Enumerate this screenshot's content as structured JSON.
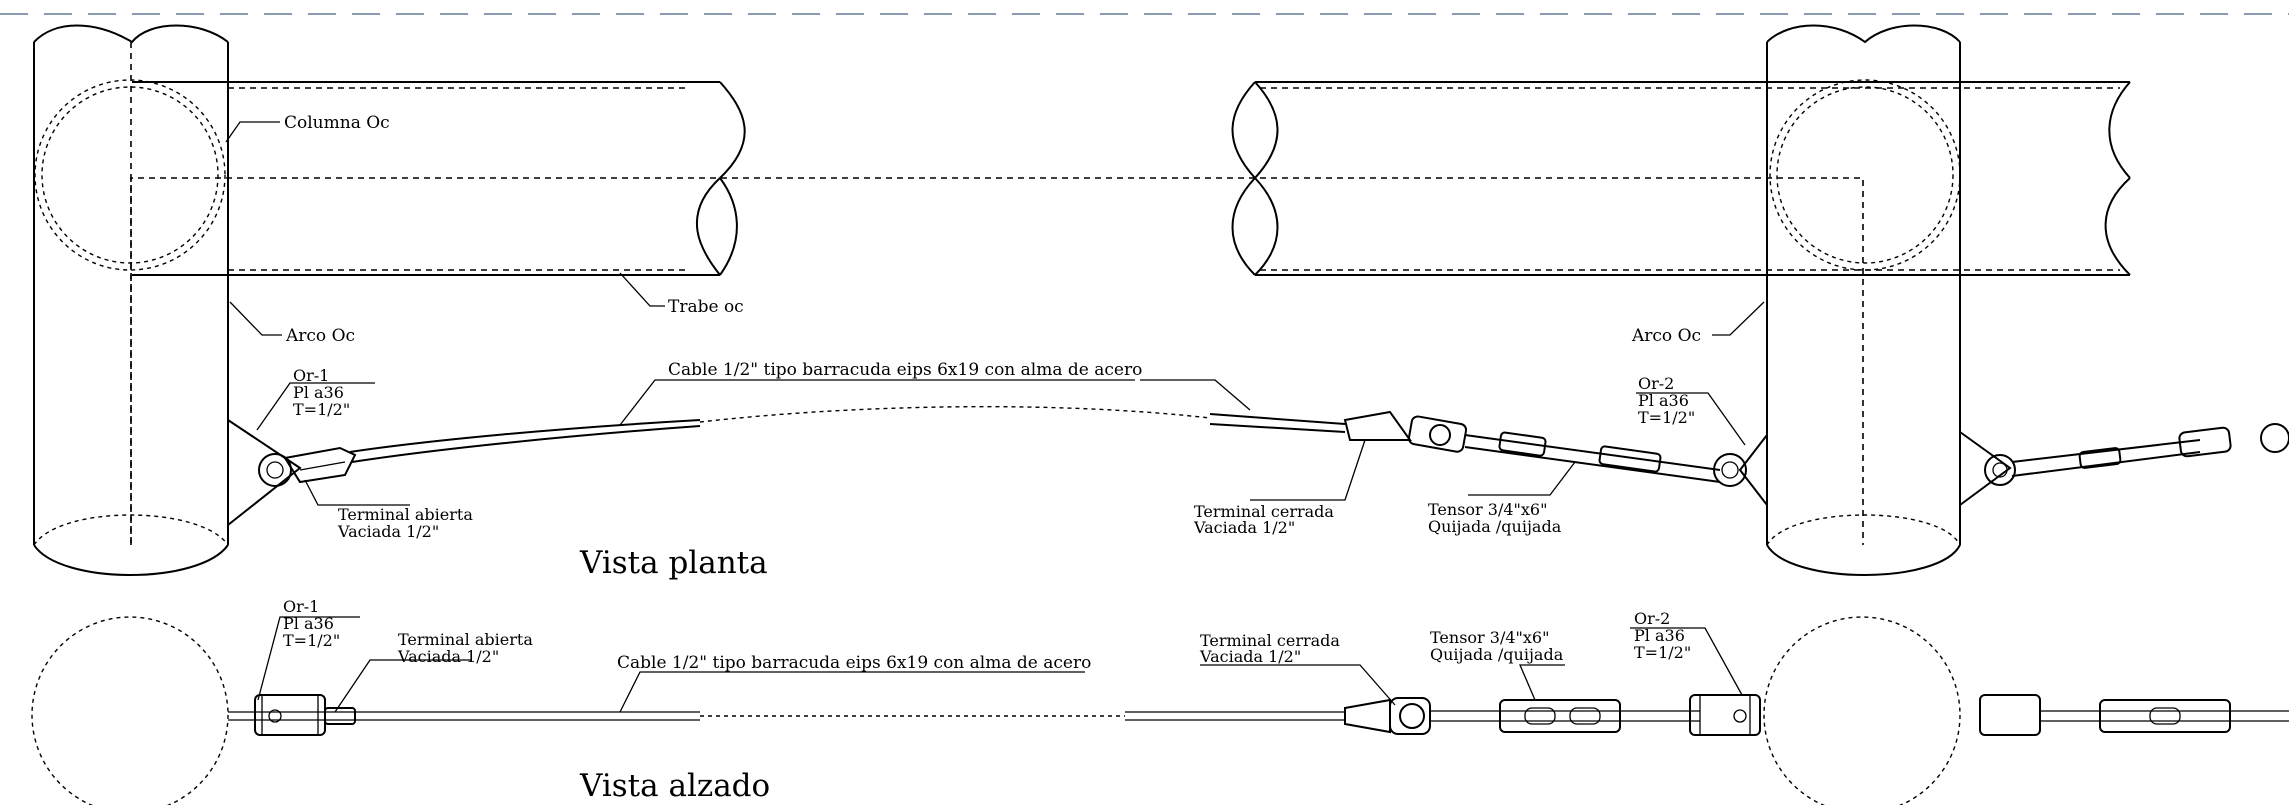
{
  "plan": {
    "title": "Vista planta",
    "columna": "Columna Oc",
    "trabe": "Trabe oc",
    "arco_left": "Arco Oc",
    "arco_right": "Arco Oc",
    "or1": {
      "name": "Or-1",
      "pl": "Pl a36",
      "t": "T=1/2\""
    },
    "or2": {
      "name": "Or-2",
      "pl": "Pl a36",
      "t": "T=1/2\""
    },
    "cable": "Cable 1/2\" tipo barracuda eips 6x19 con alma de acero",
    "terminal_abierta": {
      "line1": "Terminal abierta",
      "line2": "Vaciada 1/2\""
    },
    "terminal_cerrada": {
      "line1": "Terminal cerrada",
      "line2": "Vaciada 1/2\""
    },
    "tensor": {
      "line1": "Tensor 3/4\"x6\"",
      "line2": "Quijada /quijada"
    }
  },
  "elev": {
    "title": "Vista alzado",
    "or1": {
      "name": "Or-1",
      "pl": "Pl a36",
      "t": "T=1/2\""
    },
    "or2": {
      "name": "Or-2",
      "pl": "Pl a36",
      "t": "T=1/2\""
    },
    "cable": "Cable 1/2\" tipo barracuda eips 6x19 con alma de acero",
    "terminal_abierta": {
      "line1": "Terminal abierta",
      "line2": "Vaciada 1/2\""
    },
    "terminal_cerrada": {
      "line1": "Terminal cerrada",
      "line2": "Vaciada 1/2\""
    },
    "tensor": {
      "line1": "Tensor 3/4\"x6\"",
      "line2": "Quijada /quijada"
    }
  }
}
